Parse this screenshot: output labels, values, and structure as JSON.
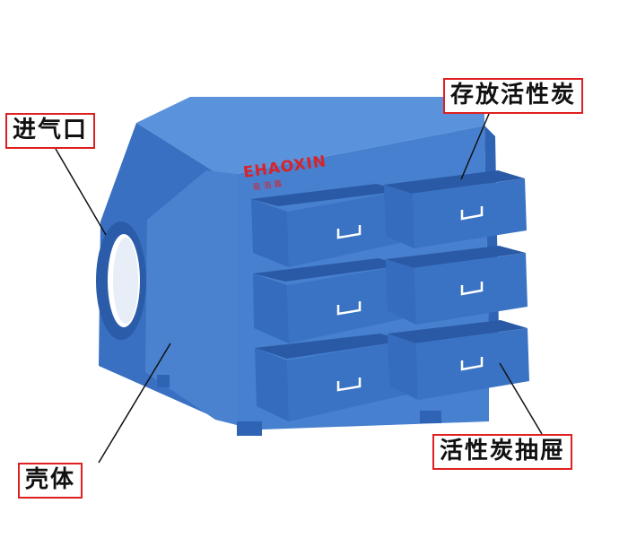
{
  "labels": {
    "inlet": "进气口",
    "storage": "存放活性炭",
    "shell": "壳体",
    "drawer": "活性炭抽屉"
  },
  "brand": {
    "logo": "EHAOXIN",
    "subtext": "易浩鑫"
  },
  "colors": {
    "body_front": "#3f78c9",
    "body_side": "#2f63b4",
    "body_top": "#5a93dc",
    "drawer_front": "#3b73c4",
    "drawer_inner": "#2a5aa6",
    "label_border": "#e02020",
    "logo": "#d8232a"
  },
  "diagram": {
    "drawer_rows": 3,
    "drawer_cols": 2
  }
}
